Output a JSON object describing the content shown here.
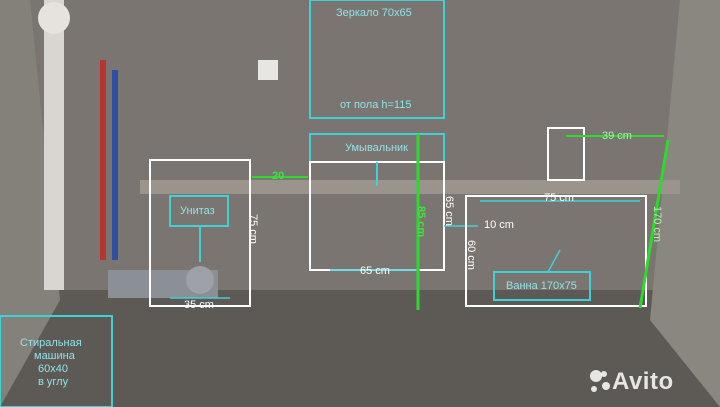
{
  "labels": {
    "mirror": "Зеркало 70х65",
    "mirror_height": "от пола h=115",
    "sink": "Умывальник",
    "toilet": "Унитаз",
    "washer_line1": "Стиральная",
    "washer_line2": "машина",
    "washer_line3": "60х40",
    "washer_line4": "в углу",
    "bath": "Ванна 170х75"
  },
  "dims": {
    "d20": "20",
    "d75cm_toilet": "75 cm",
    "d35cm": "35 cm",
    "d65cm_sink_w": "65 cm",
    "d65cm_sink_h": "65 cm",
    "d85cm": "85 cm",
    "d10cm": "10 cm",
    "d75cm_bath": "75 cm",
    "d60cm": "60 cm",
    "d39cm": "39 cm",
    "d170cm": "170 cm"
  },
  "watermark": "Avito",
  "colors": {
    "teal": "#3fd0d8",
    "white": "#ffffff",
    "green": "#2fd82f",
    "wall": "#6f6b66"
  }
}
